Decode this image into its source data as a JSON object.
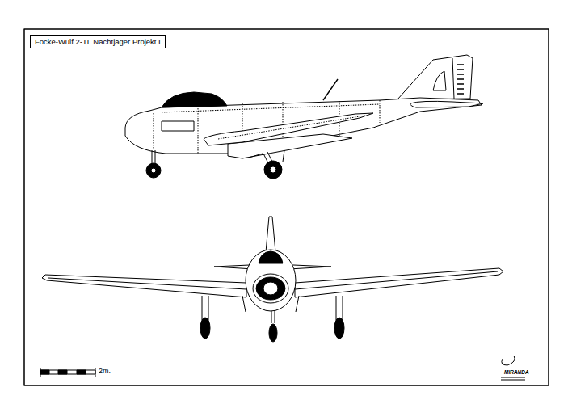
{
  "diagram": {
    "nodes": [
      {
        "text": [
          "Focke-Wulf 2-TL Nachtjäger Projekt I"
        ]
      }
    ],
    "labels": [
      "2m.",
      "MIRANDA"
    ]
  }
}
